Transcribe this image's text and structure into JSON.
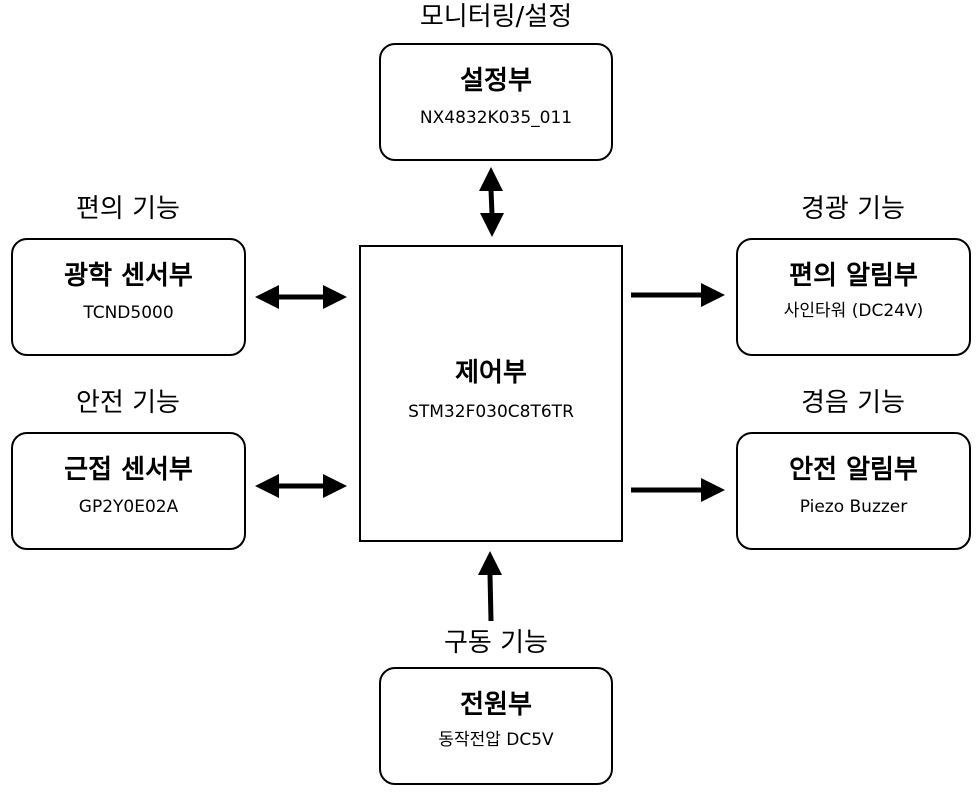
{
  "settings": {
    "caption": "모니터링/설정",
    "title": "설정부",
    "sub": "NX4832K035_011"
  },
  "optical": {
    "caption": "편의 기능",
    "title": "광학 센서부",
    "sub": "TCND5000"
  },
  "proximity": {
    "caption": "안전 기능",
    "title": "근접 센서부",
    "sub": "GP2Y0E02A"
  },
  "control": {
    "title": "제어부",
    "sub": "STM32F030C8T6TR"
  },
  "convenience_alarm": {
    "caption": "경광 기능",
    "title": "편의 알림부",
    "sub": "사인타워 (DC24V)"
  },
  "safety_alarm": {
    "caption": "경음 기능",
    "title": "안전 알림부",
    "sub": "Piezo Buzzer"
  },
  "power": {
    "caption": "구동 기능",
    "title": "전원부",
    "sub": "동작전압 DC5V"
  }
}
